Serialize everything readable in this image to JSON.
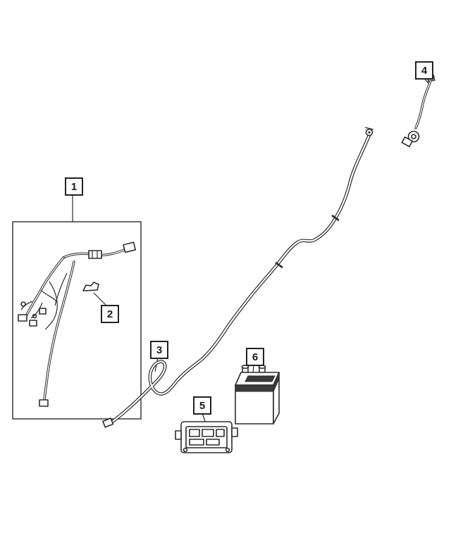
{
  "diagram": {
    "background_color": "#ffffff",
    "line_color": "#2b2b2b",
    "shade_color": "#3a3a3a",
    "callouts": [
      {
        "label": "1"
      },
      {
        "label": "2"
      },
      {
        "label": "3"
      },
      {
        "label": "4"
      },
      {
        "label": "5"
      },
      {
        "label": "6"
      }
    ]
  }
}
